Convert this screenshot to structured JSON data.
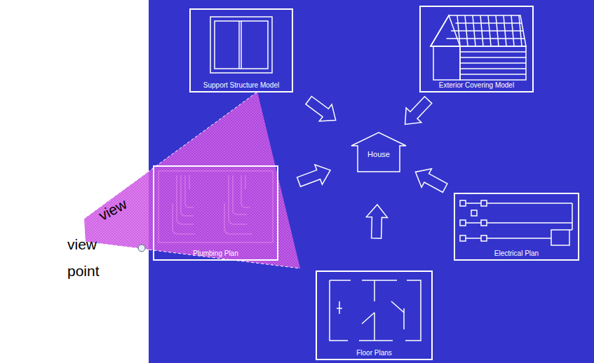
{
  "diagram": {
    "nodes": [
      {
        "text": [
          "Support Structure Model"
        ]
      },
      {
        "text": [
          "Exterior Covering Model"
        ]
      },
      {
        "text": [
          "House"
        ]
      },
      {
        "text": [
          "Plumbing Plan"
        ]
      },
      {
        "text": [
          "Electrical Plan"
        ]
      },
      {
        "text": [
          "Floor Plans"
        ]
      }
    ],
    "edges": [
      {
        "from": 0,
        "to": 2,
        "arrow": "to"
      },
      {
        "from": 1,
        "to": 2,
        "arrow": "to"
      },
      {
        "from": 3,
        "to": 2,
        "arrow": "to"
      },
      {
        "from": 4,
        "to": 2,
        "arrow": "to"
      },
      {
        "from": 5,
        "to": 2,
        "arrow": "to"
      }
    ],
    "labels": [
      "view",
      "view point"
    ]
  }
}
